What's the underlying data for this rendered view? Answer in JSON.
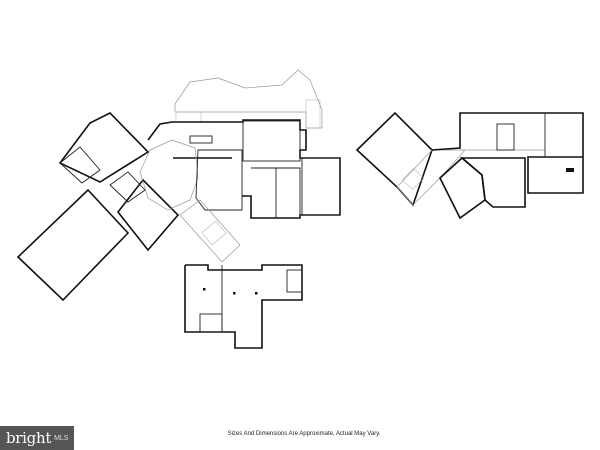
{
  "footer": {
    "disclaimer": "Sizes And Dimensions Are Approximate, Actual May Vary."
  },
  "logo": {
    "brand": "bright",
    "suffix": "MLS",
    "background": "#555555"
  },
  "colors": {
    "walls": "#111111",
    "background": "#ffffff"
  }
}
